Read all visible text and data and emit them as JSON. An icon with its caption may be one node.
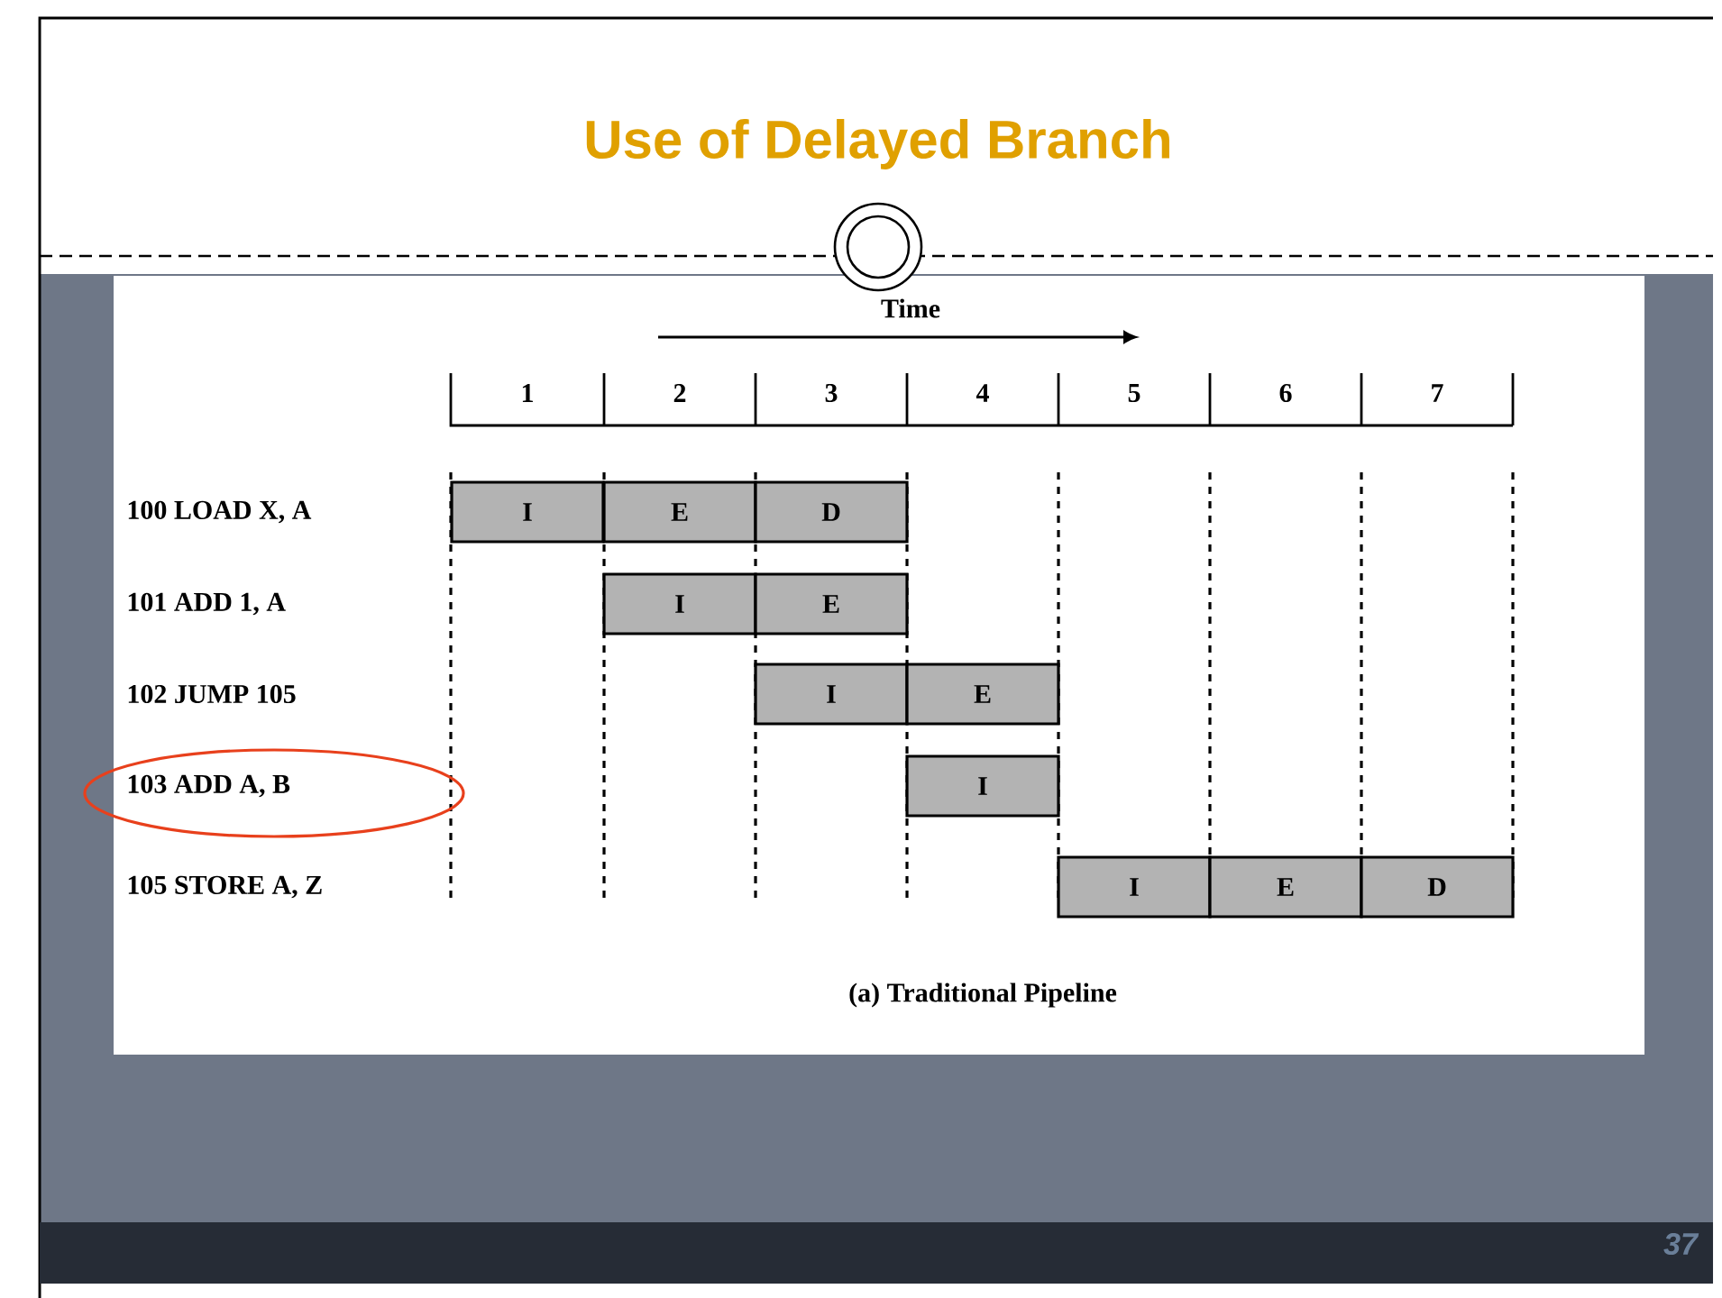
{
  "diagram": {
    "title": "Use of Delayed Branch",
    "caption": "(a) Traditional Pipeline",
    "nodes": [
      {
        "text": [
          "I"
        ]
      },
      {
        "text": [
          "E"
        ]
      },
      {
        "text": [
          "D"
        ]
      },
      {
        "text": [
          "I"
        ]
      },
      {
        "text": [
          "E"
        ]
      },
      {
        "text": [
          "I"
        ]
      },
      {
        "text": [
          "E"
        ]
      },
      {
        "text": [
          "I"
        ]
      },
      {
        "text": [
          "I"
        ]
      },
      {
        "text": [
          "E"
        ]
      },
      {
        "text": [
          "D"
        ]
      }
    ],
    "labels": [
      "Time",
      "1",
      "2",
      "3",
      "4",
      "5",
      "6",
      "7",
      "100 LOAD X, A",
      "101 ADD 1, A",
      "102 JUMP 105",
      "103 ADD A, B",
      "105 STORE A, Z",
      "37"
    ]
  }
}
